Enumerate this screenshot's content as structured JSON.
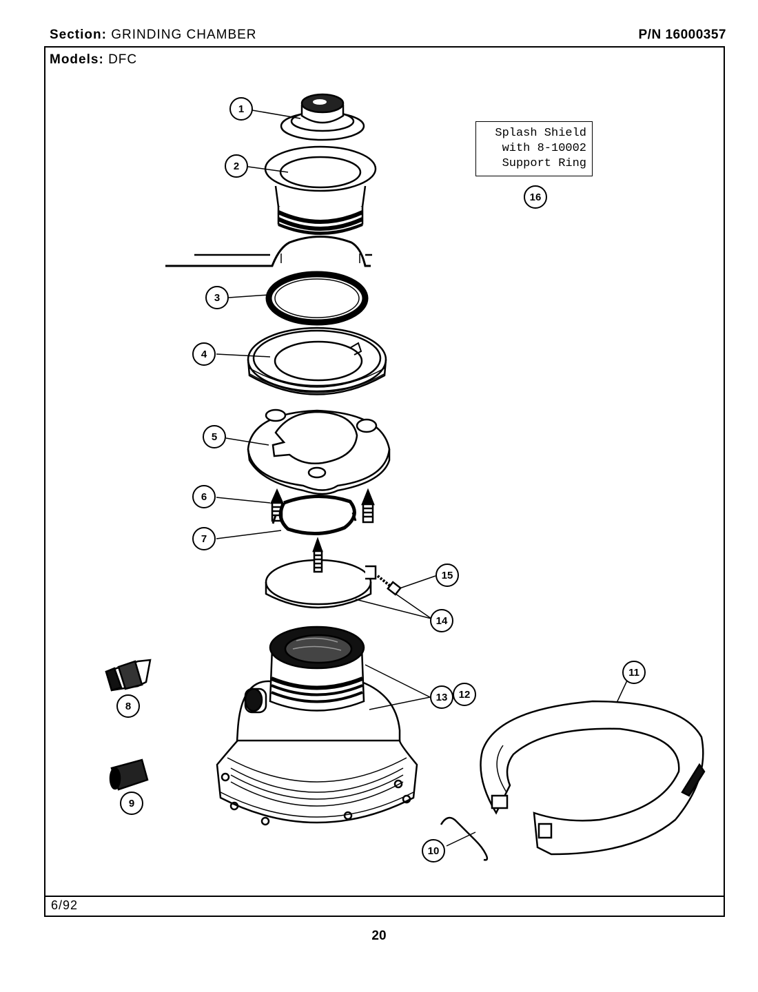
{
  "header": {
    "section_label": "Section:",
    "section_value": "GRINDING CHAMBER",
    "part_number": "P/N 16000357",
    "models_label": "Models:",
    "models_value": "DFC"
  },
  "note": {
    "lines": [
      "Splash Shield",
      "with 8-10002",
      "Support Ring"
    ],
    "ref": "16"
  },
  "callouts": [
    "1",
    "2",
    "3",
    "4",
    "5",
    "6",
    "7",
    "8",
    "9",
    "10",
    "11",
    "12",
    "13",
    "14",
    "15",
    "16"
  ],
  "footer": {
    "date_code": "6/92",
    "page_number": "20"
  }
}
